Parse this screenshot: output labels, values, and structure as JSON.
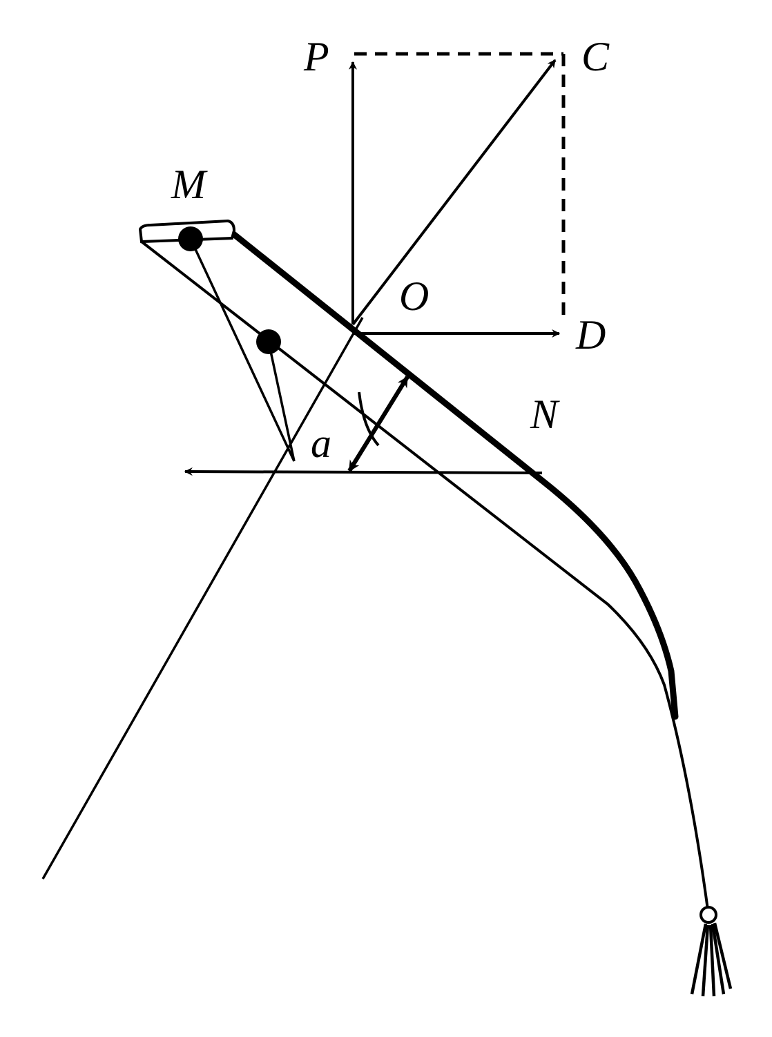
{
  "labels": {
    "p": "P",
    "c": "C",
    "m": "M",
    "o": "O",
    "d": "D",
    "n": "N",
    "a": "a"
  },
  "colors": {
    "ink": "#000000",
    "background": "#ffffff"
  }
}
